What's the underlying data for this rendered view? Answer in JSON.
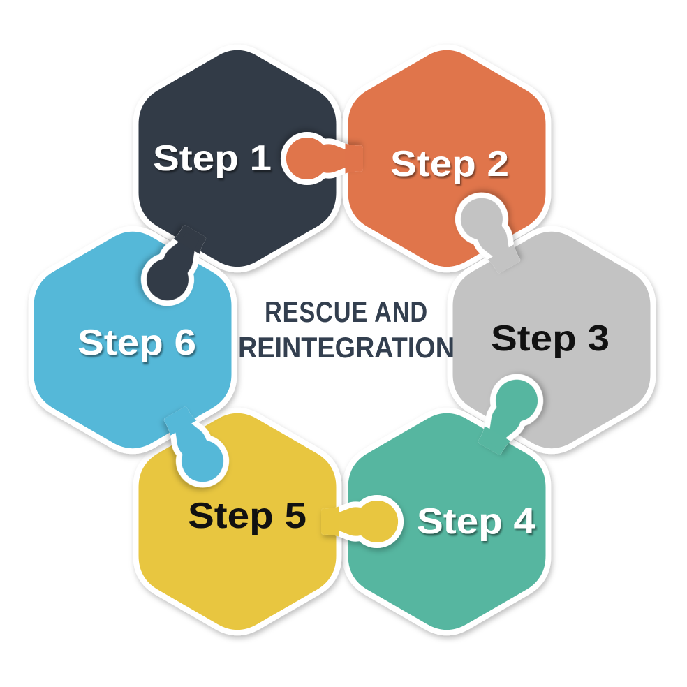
{
  "diagram": {
    "type": "puzzle-cycle",
    "background_color": "#FFFFFF",
    "piece_outline_color": "#FFFFFF",
    "center_title": {
      "line1": "RESCUE AND",
      "line2": "REINTEGRATION",
      "color": "#333F4F"
    },
    "steps": [
      {
        "label": "Step 1",
        "color": "#333B46",
        "text_color": "#FFFFFF"
      },
      {
        "label": "Step 2",
        "color": "#E0744B",
        "text_color": "#FFFFFF"
      },
      {
        "label": "Step 3",
        "color": "#C3C3C3",
        "text_color": "#111111"
      },
      {
        "label": "Step 4",
        "color": "#57B6A0",
        "text_color": "#FFFFFF"
      },
      {
        "label": "Step 5",
        "color": "#E8C63F",
        "text_color": "#111111"
      },
      {
        "label": "Step 6",
        "color": "#55B8D8",
        "text_color": "#FFFFFF"
      }
    ]
  }
}
